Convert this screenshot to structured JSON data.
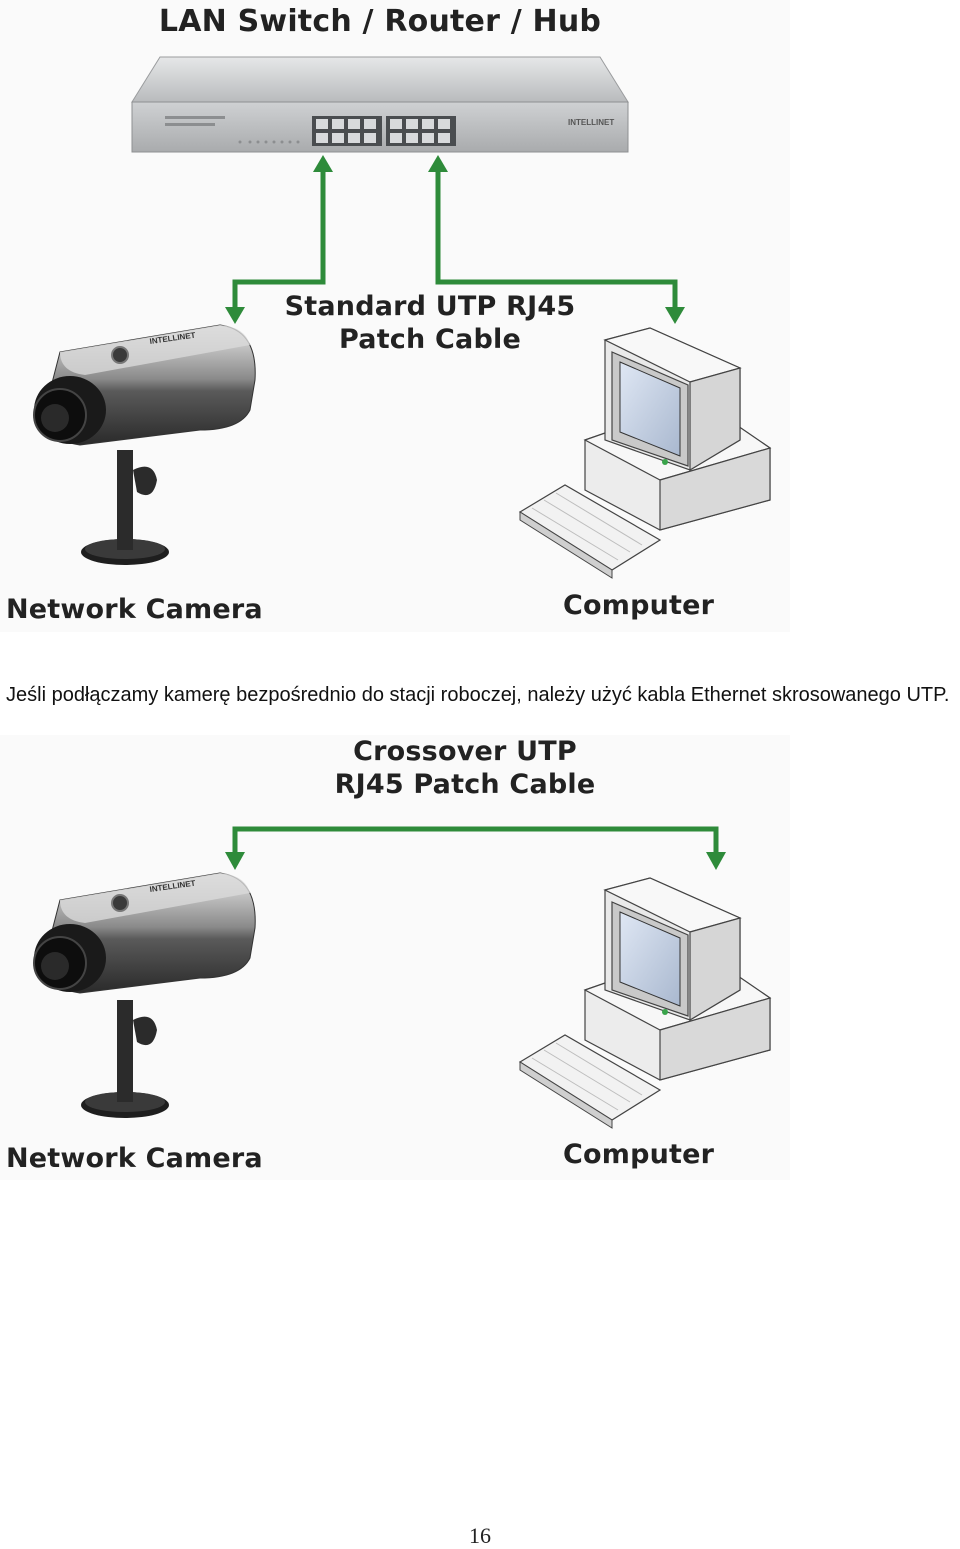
{
  "figure1": {
    "title": "LAN Switch / Router / Hub",
    "cable_label_line1": "Standard UTP RJ45",
    "cable_label_line2": "Patch Cable",
    "camera_label": "Network Camera",
    "computer_label": "Computer",
    "switch_brand": "INTELLINET",
    "camera_brand": "INTELLINET"
  },
  "paragraph": "Jeśli podłączamy kamerę bezpośrednio do stacji roboczej, należy użyć kabla Ethernet skrosowanego UTP.",
  "figure2": {
    "cable_label_line1": "Crossover UTP",
    "cable_label_line2": "RJ45 Patch Cable",
    "camera_label": "Network Camera",
    "computer_label": "Computer",
    "camera_brand": "INTELLINET"
  },
  "page_number": "16",
  "colors": {
    "cable_green": "#2e8b3a",
    "label_text": "#222222",
    "switch_body": "#c9cbcd"
  },
  "icons": [
    "network-switch-icon",
    "network-camera-icon",
    "computer-icon",
    "keyboard-icon",
    "arrow-icon"
  ]
}
